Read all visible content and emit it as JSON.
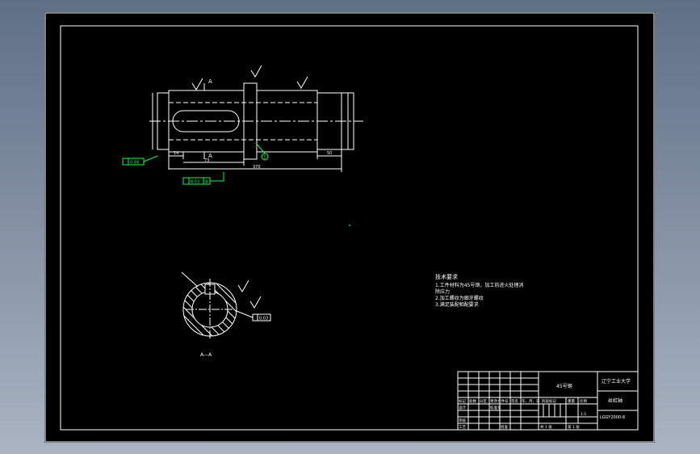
{
  "drawing": {
    "section_label_top": "A",
    "section_label_bottom": "A",
    "section_view_caption": "A—A",
    "balloon_number": "1",
    "tolerance_frame_1": "0.03",
    "tolerance_frame_2": "0.03",
    "tolerance_frame_3": "0.03",
    "datum_letter": "B",
    "dim_left_small": "14",
    "dim_keyway": "73",
    "dim_overall": "370",
    "dim_right_small": "50"
  },
  "tech_requirements": {
    "title": "技术要求",
    "line1": "1.工件材料为45号钢，加工前进火处理消",
    "line2": "除应力",
    "line3": "2.加工螺纹为细牙螺纹",
    "line4": "3.满足装配相配要求"
  },
  "title_block": {
    "material": "45号钢",
    "school": "辽宁工业大学",
    "part_name": "丝杠轴",
    "drawing_number": "LGGY2000-8",
    "row_labels": [
      "标记",
      "处数",
      "分区",
      "更改文件号",
      "签名",
      "年、月、日"
    ],
    "designer_label": "设计",
    "standardization_label": "标准化",
    "reviewer_label": "审核",
    "process_label": "工艺",
    "approval_label": "批准",
    "stage_mark_label": "阶段标记",
    "weight_label": "重量",
    "scale_label": "比例",
    "scale_value": "1:1",
    "sheet_count_label": "共 1 张",
    "sheet_num_label": "第 1 张"
  }
}
